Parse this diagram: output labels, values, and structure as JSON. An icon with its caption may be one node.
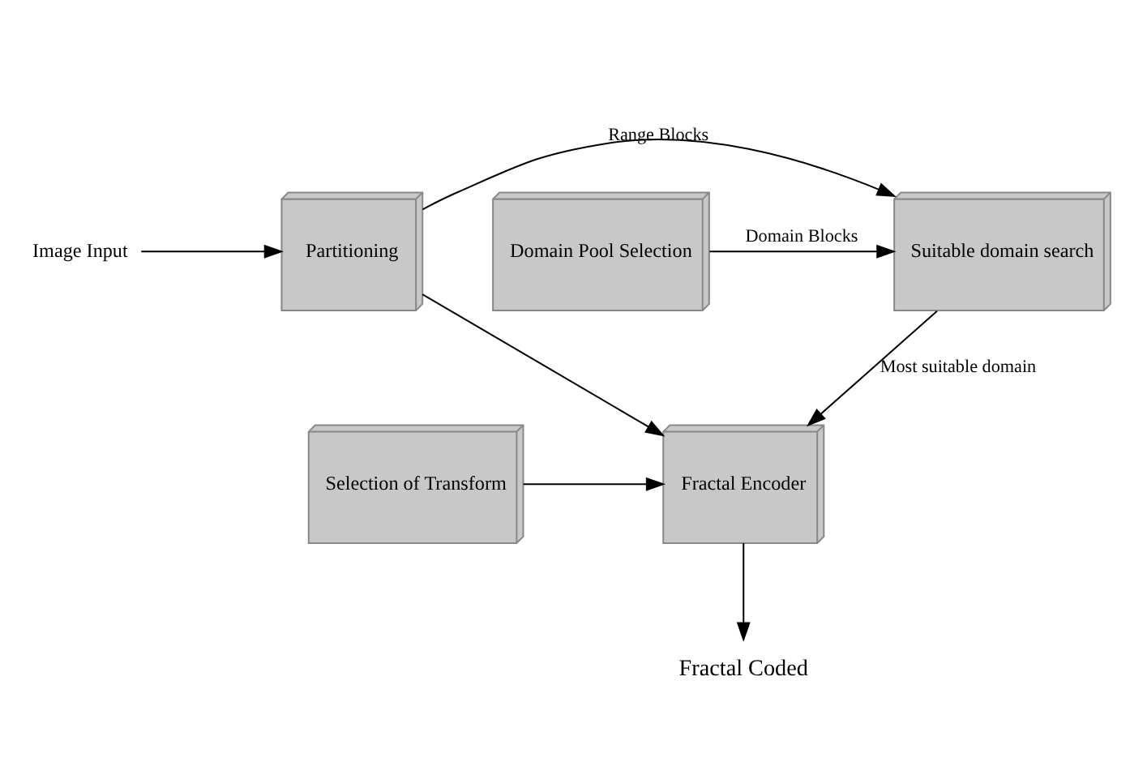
{
  "diagram": {
    "nodes": [
      {
        "text": [
          "Image Input"
        ]
      },
      {
        "text": [
          "Partitioning"
        ]
      },
      {
        "text": [
          "Suitable domain search"
        ]
      },
      {
        "text": [
          "Domain Pool Selection"
        ]
      },
      {
        "text": [
          "Fractal Encoder"
        ]
      },
      {
        "text": [
          "Selection of Transform"
        ]
      },
      {
        "text": [
          "Fractal Coded"
        ]
      }
    ],
    "edges": [
      {
        "from": 0,
        "to": 1,
        "arrow": "to"
      },
      {
        "from": 1,
        "to": 2,
        "arrow": "to",
        "label": "Range Blocks"
      },
      {
        "from": 3,
        "to": 2,
        "arrow": "to",
        "label": "Domain Blocks"
      },
      {
        "from": 1,
        "to": 4,
        "arrow": "to"
      },
      {
        "from": 2,
        "to": 4,
        "arrow": "to",
        "label": "Most suitable domain"
      },
      {
        "from": 5,
        "to": 4,
        "arrow": "to"
      },
      {
        "from": 4,
        "to": 6,
        "arrow": "to"
      }
    ]
  }
}
